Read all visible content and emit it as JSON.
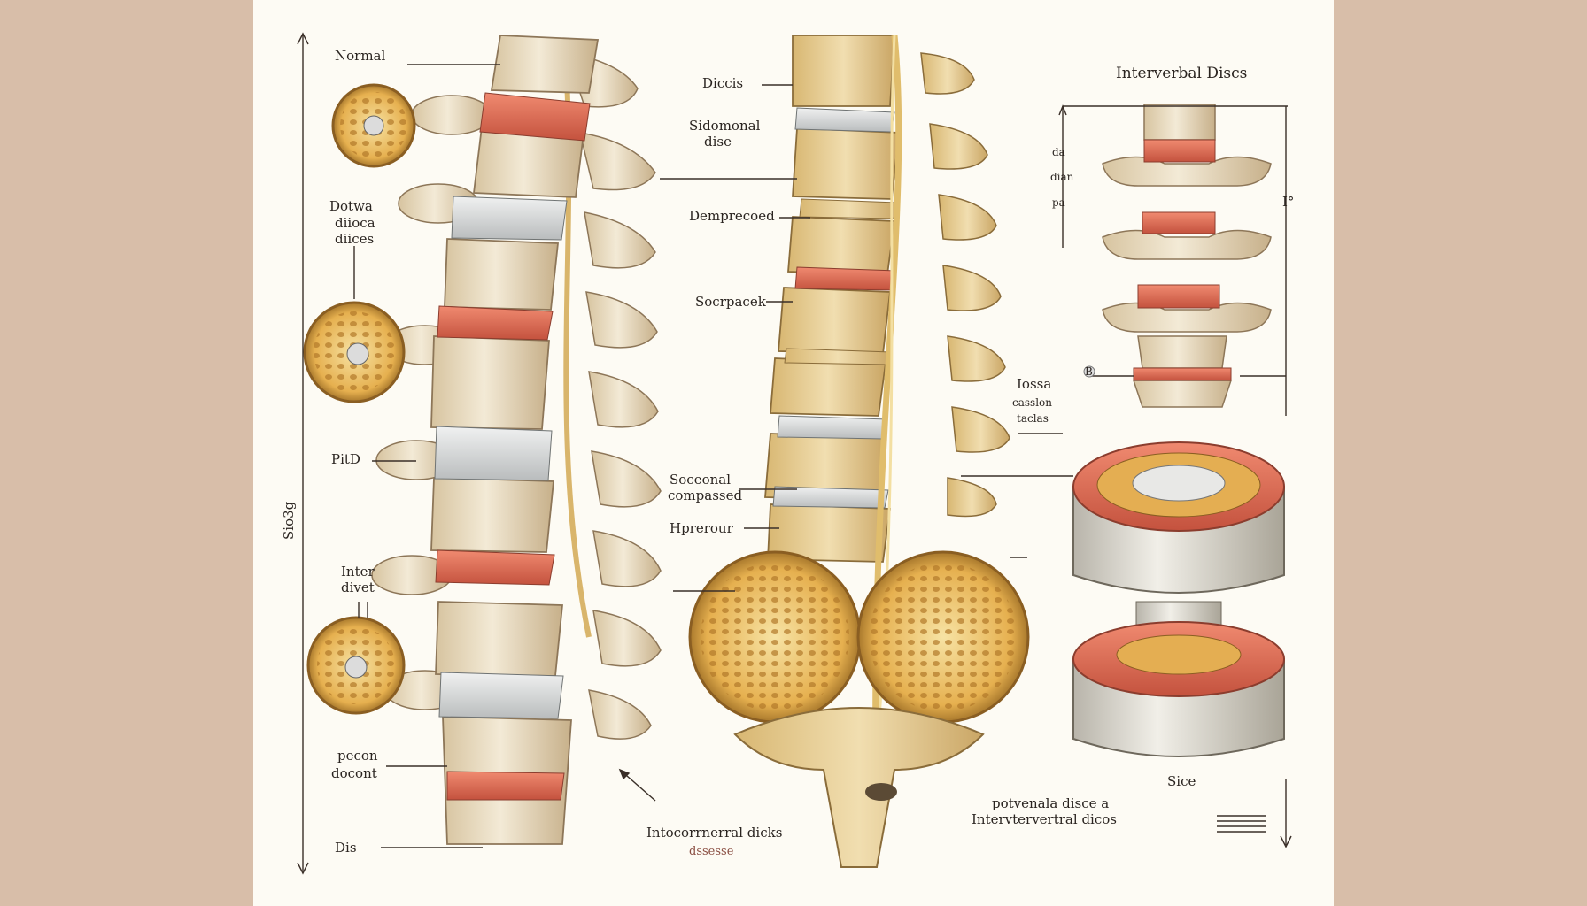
{
  "labels": {
    "normal": "Normal",
    "dowa_1": "Dotwa",
    "dowa_2": "diioca",
    "dowa_3": "diices",
    "pitd": "PitD",
    "inter_1": "Inter",
    "inter_2": "divet",
    "pecon_1": "pecon",
    "pecon_2": "docont",
    "dis": "Dis",
    "vertical_caption": "Sio3g",
    "discs": "Diccis",
    "sidomonal_1": "Sidomonal",
    "sidomonal_2": "dise",
    "deprpreced": "Demprecoed",
    "socrpacek": "Socrpacek",
    "soceonal_1": "Soceonal",
    "soceonal_2": "compassed",
    "hprerour": "Hprerour",
    "intervertebral_disease_1": "Intocorrnerral dicks",
    "intervertebral_disease_2": "dssesse",
    "potvenala_1": "potvenala disce a",
    "potvenala_2": "Intervtervertral dicos",
    "title": "Interverbal Discs",
    "tick_1": "da",
    "tick_2": "dian",
    "tick_3": "pa",
    "roman": "I°",
    "b_marker": "B",
    "loose_1": "Iossa",
    "loose_2": "casslon",
    "loose_3": "taclas",
    "slice": "Sice"
  },
  "colors": {
    "paper": "#fdfbf4",
    "bone": "#efe4cc",
    "bone_shade": "#c9b48f",
    "disc_red": "#dc6a52",
    "disc_grey": "#d6d8d8",
    "sponge": "#e9b455",
    "nerve": "#e6c680",
    "ink": "#3a2f28"
  }
}
